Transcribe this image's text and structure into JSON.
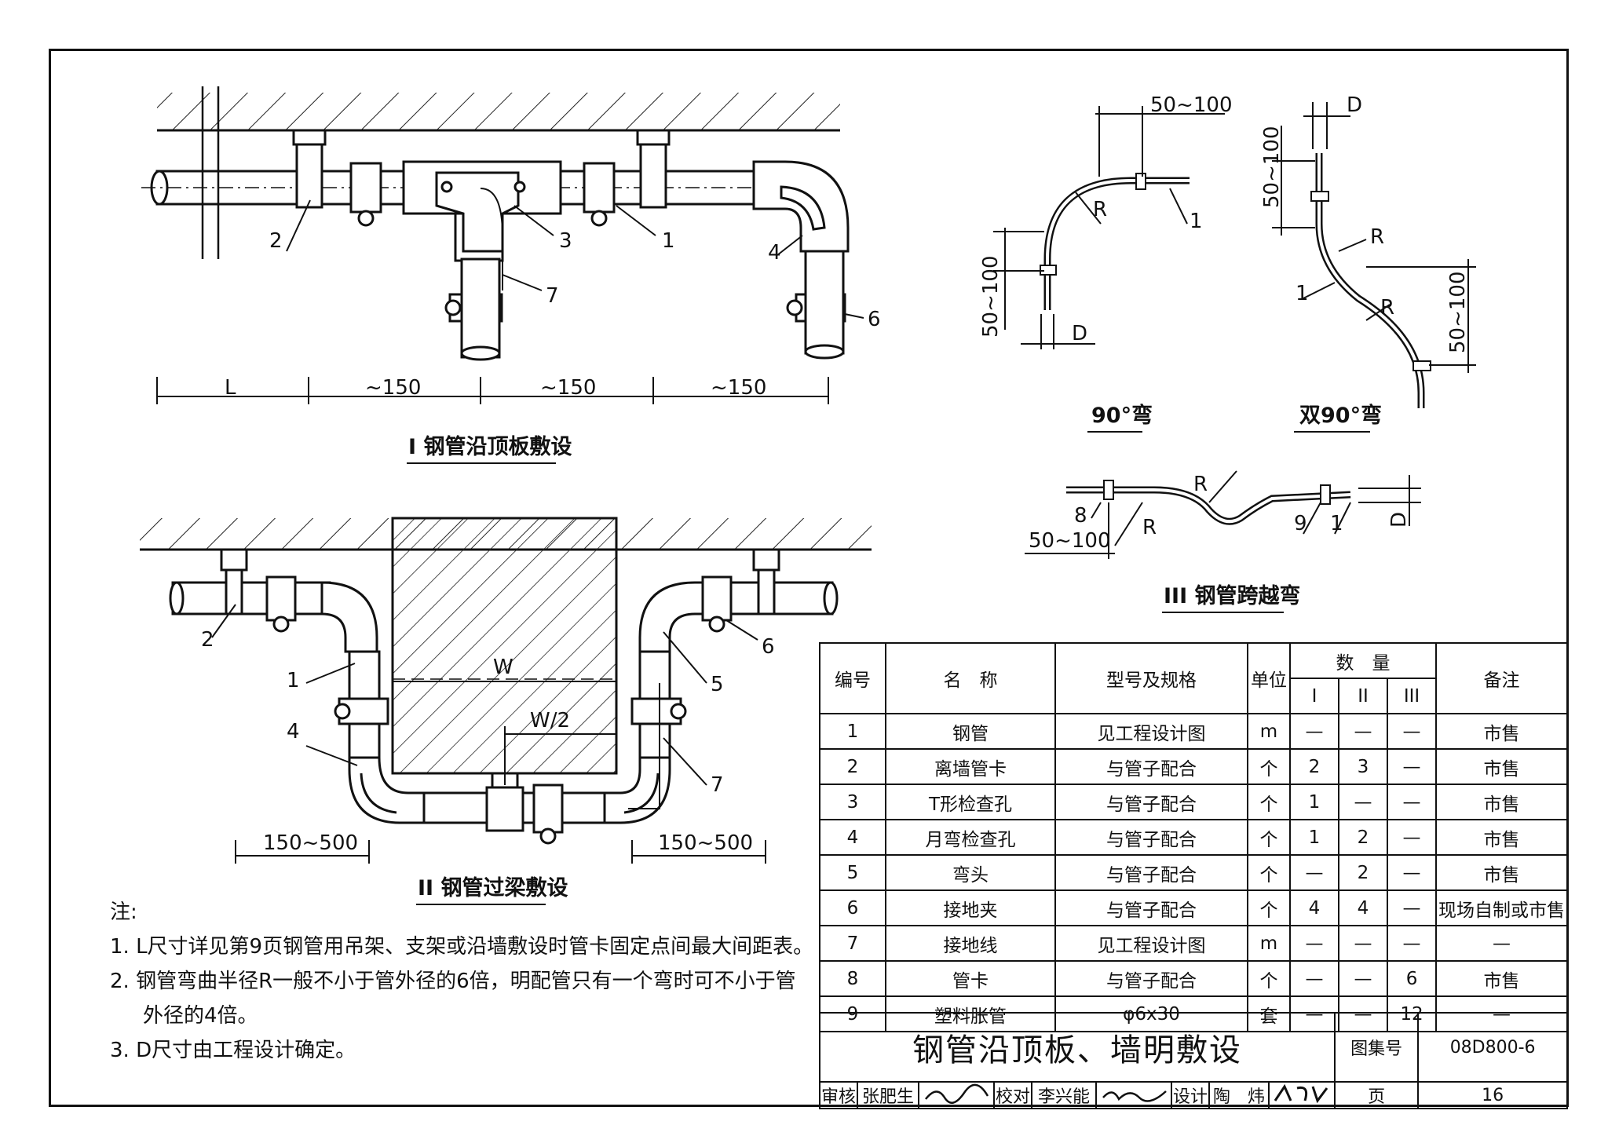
{
  "diagram_I": {
    "caption": "I 钢管沿顶板敷设",
    "callouts": [
      "2",
      "3",
      "1",
      "4",
      "7",
      "6"
    ],
    "dims": [
      "L",
      "~150",
      "~150",
      "~150"
    ]
  },
  "diagram_90": {
    "caption": "90°弯",
    "dims": [
      "50~100",
      "50~100",
      "D"
    ],
    "labels": [
      "R",
      "1"
    ]
  },
  "diagram_double90": {
    "caption": "双90°弯",
    "dims": [
      "D",
      "50~100",
      "50~100"
    ],
    "labels": [
      "R",
      "R",
      "1"
    ]
  },
  "diagram_III": {
    "caption": "III 钢管跨越弯",
    "dims": [
      "50~100",
      "D"
    ],
    "labels": [
      "R",
      "R",
      "8",
      "9",
      "1"
    ]
  },
  "diagram_II": {
    "caption": "II 钢管过梁敷设",
    "callouts": [
      "2",
      "1",
      "4",
      "6",
      "5",
      "7"
    ],
    "dims": [
      "W",
      "W/2",
      "150~500",
      "150~500"
    ]
  },
  "notes": {
    "heading": "注:",
    "items": [
      "1. L尺寸详见第9页钢管用吊架、支架或沿墙敷设时管卡固定点间最大间距表。",
      "2. 钢管弯曲半径R一般不小于管外径的6倍，明配管只有一个弯时可不小于管",
      "外径的4倍。",
      "3. D尺寸由工程设计确定。"
    ]
  },
  "table": {
    "headers": {
      "no": "编号",
      "name": "名　称",
      "spec": "型号及规格",
      "unit": "单位",
      "qty": "数　量",
      "q1": "I",
      "q2": "II",
      "q3": "III",
      "remark": "备注"
    },
    "rows": [
      {
        "no": "1",
        "name": "钢管",
        "spec": "见工程设计图",
        "unit": "m",
        "q1": "—",
        "q2": "—",
        "q3": "—",
        "remark": "市售"
      },
      {
        "no": "2",
        "name": "离墙管卡",
        "spec": "与管子配合",
        "unit": "个",
        "q1": "2",
        "q2": "3",
        "q3": "—",
        "remark": "市售"
      },
      {
        "no": "3",
        "name": "T形检查孔",
        "spec": "与管子配合",
        "unit": "个",
        "q1": "1",
        "q2": "—",
        "q3": "—",
        "remark": "市售"
      },
      {
        "no": "4",
        "name": "月弯检查孔",
        "spec": "与管子配合",
        "unit": "个",
        "q1": "1",
        "q2": "2",
        "q3": "—",
        "remark": "市售"
      },
      {
        "no": "5",
        "name": "弯头",
        "spec": "与管子配合",
        "unit": "个",
        "q1": "—",
        "q2": "2",
        "q3": "—",
        "remark": "市售"
      },
      {
        "no": "6",
        "name": "接地夹",
        "spec": "与管子配合",
        "unit": "个",
        "q1": "4",
        "q2": "4",
        "q3": "—",
        "remark": "现场自制或市售"
      },
      {
        "no": "7",
        "name": "接地线",
        "spec": "见工程设计图",
        "unit": "m",
        "q1": "—",
        "q2": "—",
        "q3": "—",
        "remark": "—"
      },
      {
        "no": "8",
        "name": "管卡",
        "spec": "与管子配合",
        "unit": "个",
        "q1": "—",
        "q2": "—",
        "q3": "6",
        "remark": "市售"
      },
      {
        "no": "9",
        "name": "塑料胀管",
        "spec": "φ6x30",
        "unit": "套",
        "q1": "—",
        "q2": "—",
        "q3": "12",
        "remark": "—"
      }
    ]
  },
  "title_block": {
    "title": "钢管沿顶板、墙明敷设",
    "atlas_label": "图集号",
    "atlas_no": "08D800-6",
    "review_label": "审核",
    "review_name": "张肥生",
    "check_label": "校对",
    "check_name": "李兴能",
    "design_label": "设计",
    "design_name": "陶　炜",
    "page_label": "页",
    "page_no": "16"
  }
}
